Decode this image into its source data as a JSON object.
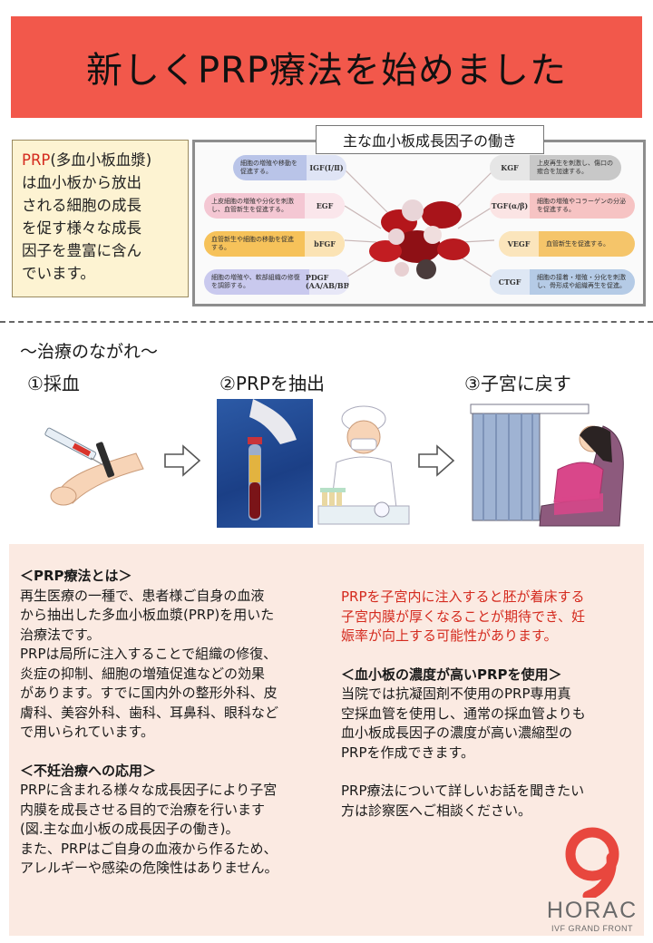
{
  "title": "新しくPRP療法を始めました",
  "prp_box": {
    "term": "PRP",
    "lines": [
      "(多血小板血漿)",
      "は血小板から放出",
      "される細胞の成長",
      "を促す様々な成長",
      "因子を豊富に含ん",
      "でいます。"
    ]
  },
  "figure": {
    "caption": "主な血小板成長因子の働き",
    "factors_left": [
      {
        "desc": "細胞の増殖や移動を促進する。",
        "code": "IGF(Ⅰ/Ⅱ)",
        "color": "#b9c4e8"
      },
      {
        "desc": "上皮細胞の増殖や分化を刺激し、血管新生を促進する。",
        "code": "EGF",
        "color": "#f4c7d3"
      },
      {
        "desc": "血管新生や細胞の移動を促進する。",
        "code": "bFGF",
        "color": "#f6c25a"
      },
      {
        "desc": "細胞の増殖や、軟部組織の修復を調節する。",
        "code": "PDGF (AA/AB/BB)",
        "color": "#c9c9ee"
      }
    ],
    "factors_right": [
      {
        "code": "KGF",
        "desc": "上皮再生を刺激し、傷口の癒合を加速する。",
        "color": "#c8c8c8"
      },
      {
        "code": "TGF(α/β)",
        "desc": "細胞の増殖やコラーゲンの分泌を促進する。",
        "color": "#f6c3c3"
      },
      {
        "code": "VEGF",
        "desc": "血管新生を促進する。",
        "color": "#f5c56a"
      },
      {
        "code": "CTGF",
        "desc": "細胞の接着・増殖・分化を刺激し、骨形成や組織再生を促進。",
        "color": "#b5cbe6"
      }
    ]
  },
  "flow": {
    "title": "～治療のながれ～",
    "steps": [
      "①採血",
      "②PRPを抽出",
      "③子宮に戻す"
    ]
  },
  "left_column": {
    "heading1": "＜PRP療法とは＞",
    "para1": [
      "再生医療の一種で、患者様ご自身の血液",
      "から抽出した多血小板血漿(PRP)を用いた",
      "治療法です。",
      "PRPは局所に注入することで組織の修復、",
      "炎症の抑制、細胞の増殖促進などの効果",
      "があります。すでに国内外の整形外科、皮",
      "膚科、美容外科、歯科、耳鼻科、眼科など",
      "で用いられています。"
    ],
    "heading2": "＜不妊治療への応用＞",
    "para2": [
      "PRPに含まれる様々な成長因子により子宮",
      "内膜を成長させる目的で治療を行います",
      "(図.主な血小板の成長因子の働き)。",
      "また、PRPはご自身の血液から作るため、",
      "アレルギーや感染の危険性はありません。"
    ]
  },
  "right_column": {
    "red_para": [
      "PRPを子宮内に注入すると胚が着床する",
      "子宮内膜が厚くなることが期待でき、妊",
      "娠率が向上する可能性があります。"
    ],
    "heading3": "＜血小板の濃度が高いPRPを使用＞",
    "para3": [
      "当院では抗凝固剤不使用のPRP専用真",
      "空採血管を使用し、通常の採血管よりも",
      "血小板成長因子の濃度が高い濃縮型の",
      "PRPを作成できます。"
    ],
    "para4": [
      "PRP療法について詳しいお話を聞きたい",
      "方は診察医へご相談ください。"
    ]
  },
  "logo": {
    "name": "HORAC",
    "sub": "IVF GRAND FRONT",
    "color": "#e8473e"
  },
  "colors": {
    "banner": "#f2584b",
    "accent_red": "#d42a1e",
    "panel": "#fbeae2",
    "prp_box": "#fdf3d2"
  }
}
